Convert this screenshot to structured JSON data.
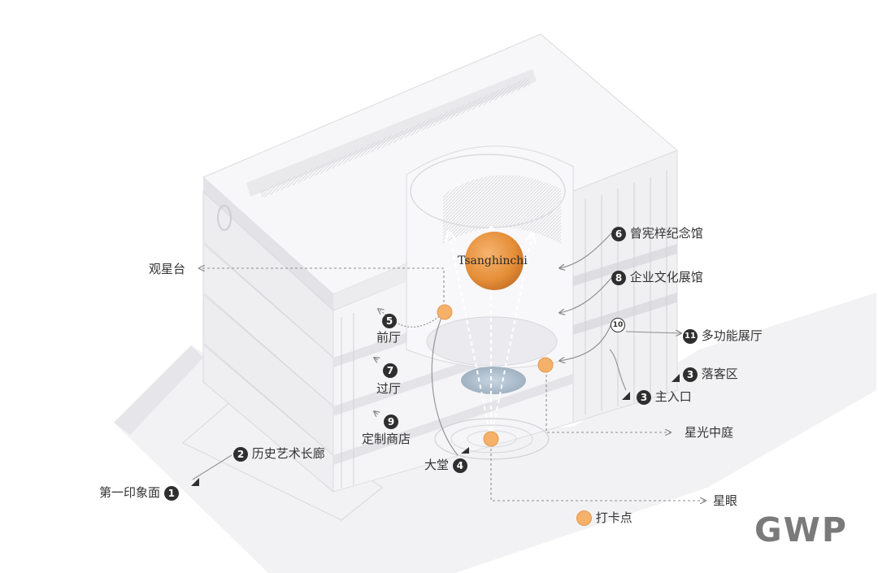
{
  "labels": {
    "observatory": "观星台",
    "n5": "5",
    "lobby_front": "前厅",
    "n7": "7",
    "hall_pass": "过厅",
    "n9": "9",
    "custom_shop": "定制商店",
    "n2": "2",
    "history_gallery": "历史艺术长廊",
    "first_impression": "第一印象面",
    "n1": "1",
    "lobby": "大堂",
    "n4": "4",
    "n6": "6",
    "memorial": "曾宪梓纪念馆",
    "n8": "8",
    "culture_hall": "企业文化展馆",
    "n10": "10",
    "n11": "11",
    "multi_hall": "多功能展厅",
    "n3a": "3",
    "dropoff": "落客区",
    "n3b": "3",
    "main_entrance": "主入口",
    "atrium": "星光中庭",
    "star_eye": "星眼",
    "checkin": "打卡点",
    "brand_name": "Tsanghinchi",
    "logo": "GWP"
  },
  "colors": {
    "checkin_dot": "#f5b06a",
    "brand_sphere": "#e8963f",
    "building": "#f4f4f6",
    "line": "#9a9a9a",
    "logo": "#7a7a7a"
  }
}
